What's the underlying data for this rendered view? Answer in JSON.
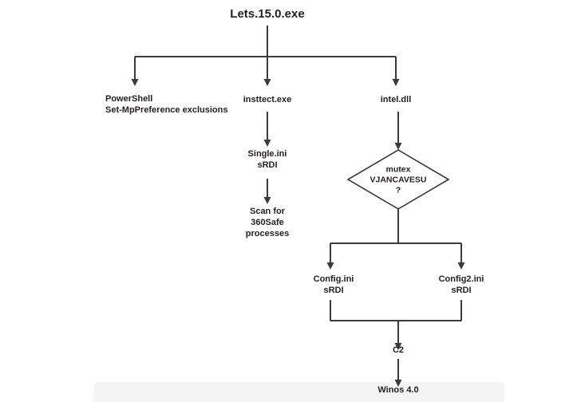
{
  "diagram": {
    "type": "flowchart",
    "title": "Lets.15.0.exe malware execution chain",
    "background_color": "#ffffff",
    "line_color": "#3b3b3b",
    "text_color": "#231f20",
    "root": {
      "label": "Lets.15.0.exe"
    },
    "branches": {
      "powershell": {
        "label": "PowerShell\nSet-MpPreference exclusions"
      },
      "insttect": {
        "label": "insttect.exe"
      },
      "intel": {
        "label": "intel.dll"
      }
    },
    "nodes": {
      "single_ini": {
        "label": "Single.ini\nsRDI"
      },
      "scan_360safe": {
        "label": "Scan for\n360Safe\nprocesses"
      },
      "mutex_check": {
        "label": "mutex\nVJANCAVESU\n?",
        "shape": "diamond"
      },
      "config_ini": {
        "label": "Config.ini\nsRDI"
      },
      "config2_ini": {
        "label": "Config2.ini\nsRDI"
      },
      "c2": {
        "label": "C2"
      },
      "winos": {
        "label": "Winos 4.0"
      }
    }
  }
}
